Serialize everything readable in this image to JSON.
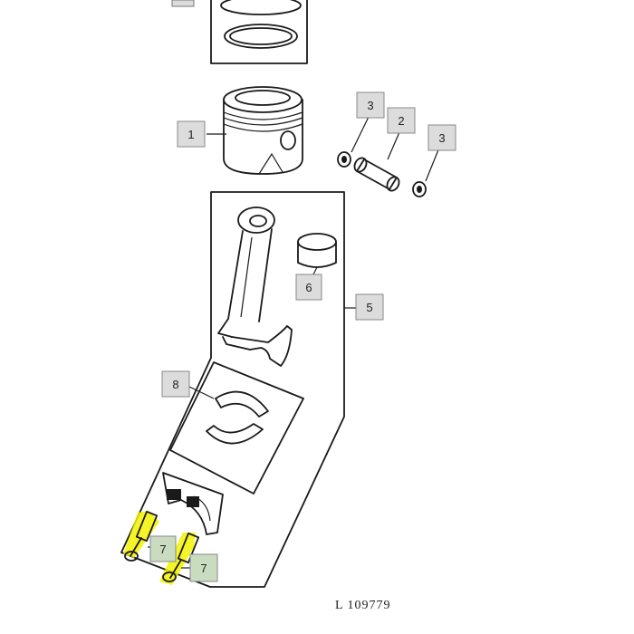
{
  "diagram": {
    "reference": "L 109779",
    "callouts": {
      "piston": "1",
      "pin": "2",
      "retainer_left": "3",
      "retainer_right": "3",
      "rod_assembly": "5",
      "bushing": "6",
      "bearing_set": "8",
      "bolt_a": "7",
      "bolt_b": "7"
    },
    "colors": {
      "ink": "#1a1a1a",
      "callout_box": "#dcdcdc",
      "highlight": "#f2f200",
      "highlight_callout": "#c9dcc0"
    }
  }
}
